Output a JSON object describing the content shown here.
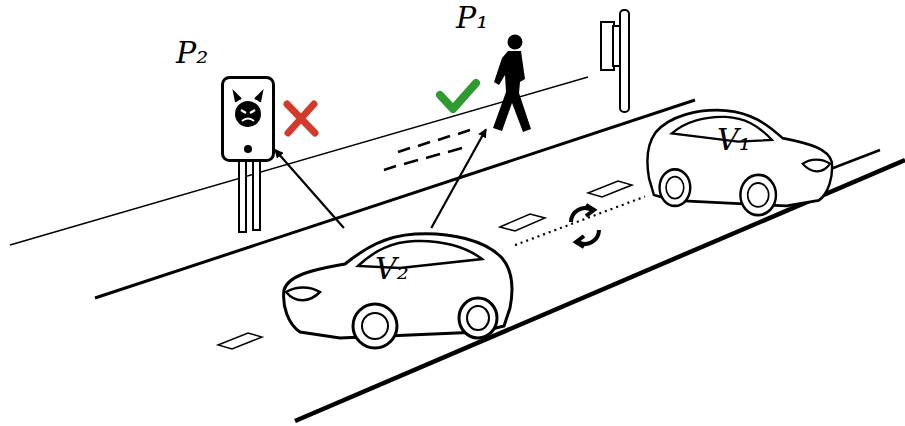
{
  "diagram": {
    "nodes": [
      {
        "text": [
          "P₂"
        ]
      },
      {
        "text": [
          "P₁"
        ]
      },
      {
        "text": [
          "V₁"
        ]
      },
      {
        "text": [
          "V₂"
        ]
      }
    ],
    "edges": [
      {
        "from": 3,
        "to": 0,
        "arrow": "to"
      },
      {
        "from": 3,
        "to": 1,
        "arrow": "to"
      },
      {
        "from": 3,
        "to": 2,
        "arrow": "none"
      }
    ]
  }
}
